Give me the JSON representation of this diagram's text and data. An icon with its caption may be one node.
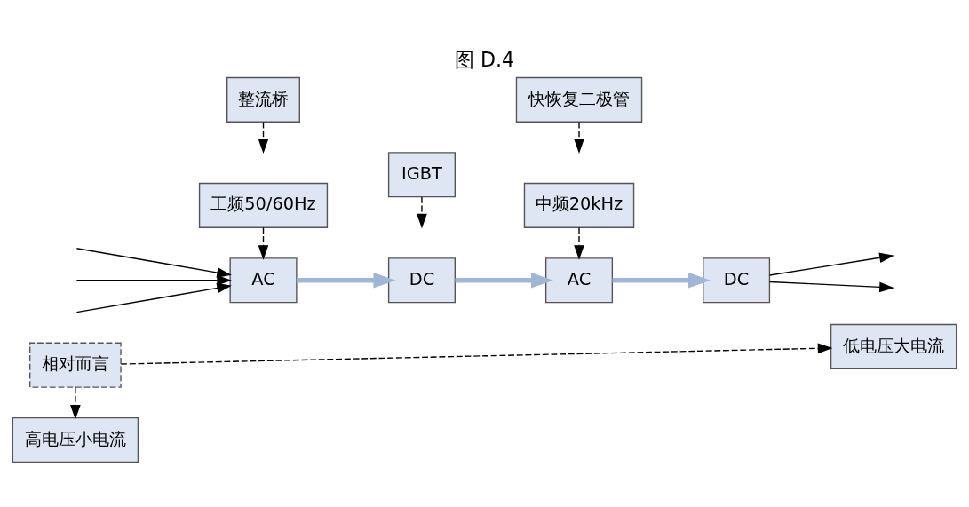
{
  "diagram": {
    "title": "图 D.4",
    "nodes": [
      {
        "text": [
          "相对而言"
        ]
      },
      {
        "text": [
          "工频50/60Hz"
        ]
      },
      {
        "text": [
          "高电压小电流"
        ]
      },
      {
        "text": [
          "中频20kHz"
        ]
      },
      {
        "text": [
          "低电压大电流"
        ]
      },
      {
        "text": [
          "AC"
        ]
      },
      {
        "text": [
          "DC"
        ]
      },
      {
        "text": [
          "AC"
        ]
      },
      {
        "text": [
          "DC"
        ]
      },
      {
        "text": [
          "整流桥"
        ]
      },
      {
        "text": [
          "IGBT"
        ]
      },
      {
        "text": [
          "快恢复二极管"
        ]
      }
    ],
    "edges": [
      {
        "from": 0,
        "to": 2,
        "arrow": "to",
        "style": "dashed"
      },
      {
        "from": 0,
        "to": 4,
        "arrow": "to",
        "style": "dashed"
      },
      {
        "from": 1,
        "to": 5,
        "arrow": "to",
        "style": "dashed"
      },
      {
        "from": 3,
        "to": 7,
        "arrow": "to",
        "style": "dashed"
      },
      {
        "from": null,
        "to": 5,
        "arrow": "to"
      },
      {
        "from": null,
        "to": 5,
        "arrow": "to"
      },
      {
        "from": null,
        "to": 5,
        "arrow": "to"
      },
      {
        "from": 5,
        "to": 6,
        "arrow": "to",
        "style": "thick",
        "color": "#9fb6d6"
      },
      {
        "from": 6,
        "to": 7,
        "arrow": "to",
        "style": "thick",
        "color": "#9fb6d6"
      },
      {
        "from": 7,
        "to": 8,
        "arrow": "to",
        "style": "thick",
        "color": "#9fb6d6"
      },
      {
        "from": 8,
        "to": null,
        "arrow": "to"
      },
      {
        "from": 8,
        "to": null,
        "arrow": "to"
      },
      {
        "from": 9,
        "to": null,
        "arrow": "to",
        "style": "dashed"
      },
      {
        "from": 10,
        "to": null,
        "arrow": "to",
        "style": "dashed"
      },
      {
        "from": 11,
        "to": null,
        "arrow": "to",
        "style": "dashed"
      }
    ]
  }
}
